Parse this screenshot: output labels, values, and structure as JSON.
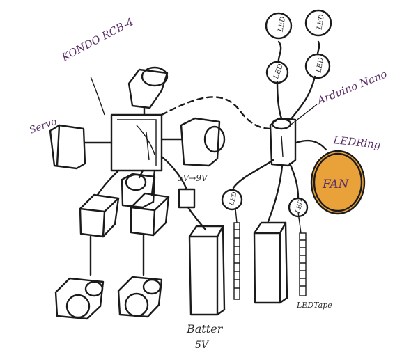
{
  "labels": {
    "controller": "KONDO RCB-4",
    "servo": "Servo",
    "arduino": "Arduino Nano",
    "led_ring": "LEDRing",
    "fan": "FAN",
    "regulator": "5V→9V",
    "battery_line1": "Batter",
    "battery_line2": "5V",
    "led_tape": "LEDTape",
    "led": "LED"
  },
  "colors": {
    "ink": "#1b1b1b",
    "annotation": "#5b2f68",
    "controller_fill": "#cfe6f3",
    "arduino_fill": "#bfe3ef",
    "battery_fill": "#f5f3c8",
    "fan_ring": "#e9a23a",
    "fan_fill": "#f7f5cf",
    "hatch": "#333333"
  }
}
